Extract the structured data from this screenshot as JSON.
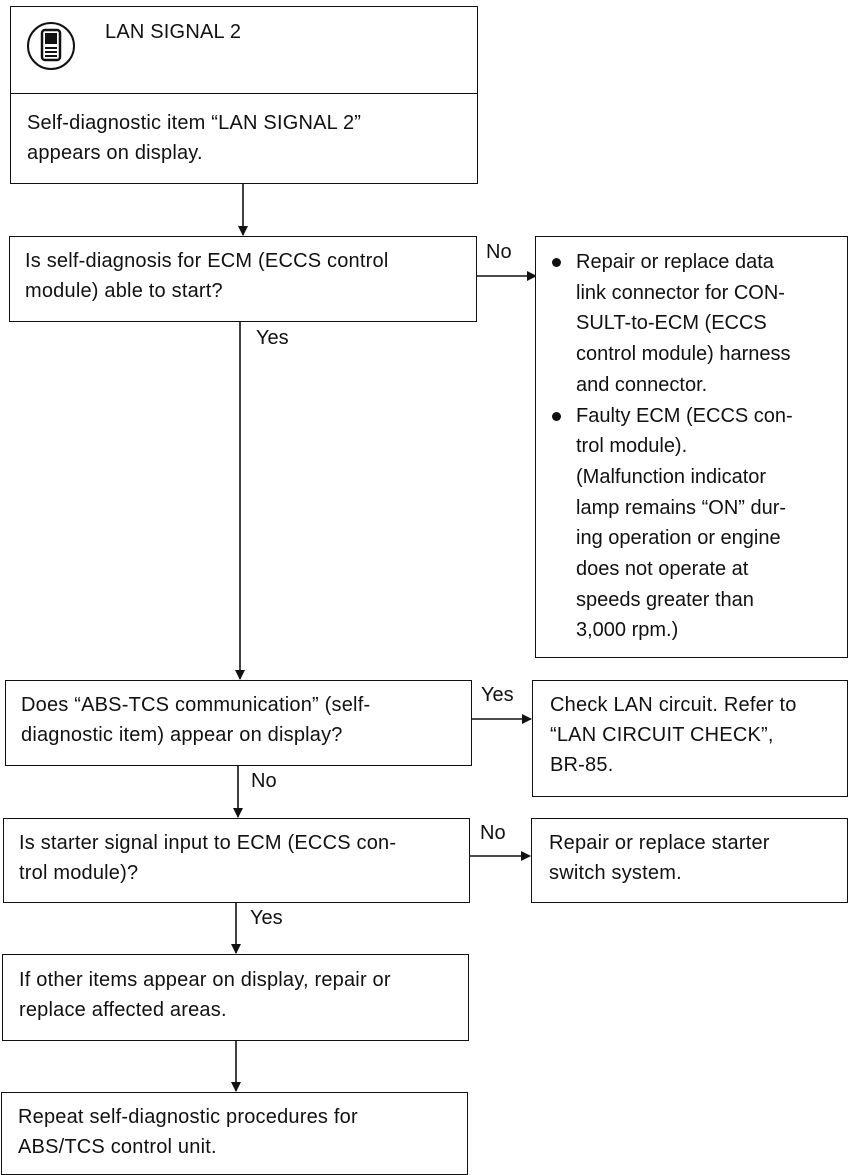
{
  "title": "LAN SIGNAL 2",
  "steps": {
    "start": "Self-diagnostic item “LAN SIGNAL 2”\nappears on display.",
    "q1": "Is self-diagnosis for ECM (ECCS control\nmodule) able to start?",
    "q2": "Does “ABS-TCS communication” (self-\ndiagnostic item) appear on display?",
    "q3": "Is starter signal input to ECM (ECCS con-\ntrol module)?",
    "s1": "If other items appear on display, repair or\nreplace affected areas.",
    "s2": "Repeat self-diagnostic procedures for\nABS/TCS control unit."
  },
  "results": {
    "r1_bullets": [
      "Repair or replace data\nlink connector for CON-\nSULT-to-ECM (ECCS\ncontrol module) harness\nand connector.",
      "Faulty ECM (ECCS con-\ntrol module).\n(Malfunction indicator\nlamp remains “ON” dur-\ning operation or engine\ndoes not operate at\nspeeds greater than\n3,000 rpm.)"
    ],
    "r2": "Check LAN circuit. Refer to\n“LAN CIRCUIT CHECK”,\nBR-85.",
    "r3": "Repair or replace starter\nswitch system."
  },
  "labels": {
    "q1_no": "No",
    "q1_yes": "Yes",
    "q2_yes": "Yes",
    "q2_no": "No",
    "q3_no": "No",
    "q3_yes": "Yes"
  },
  "icons": {
    "header": "consult-tester-icon"
  }
}
